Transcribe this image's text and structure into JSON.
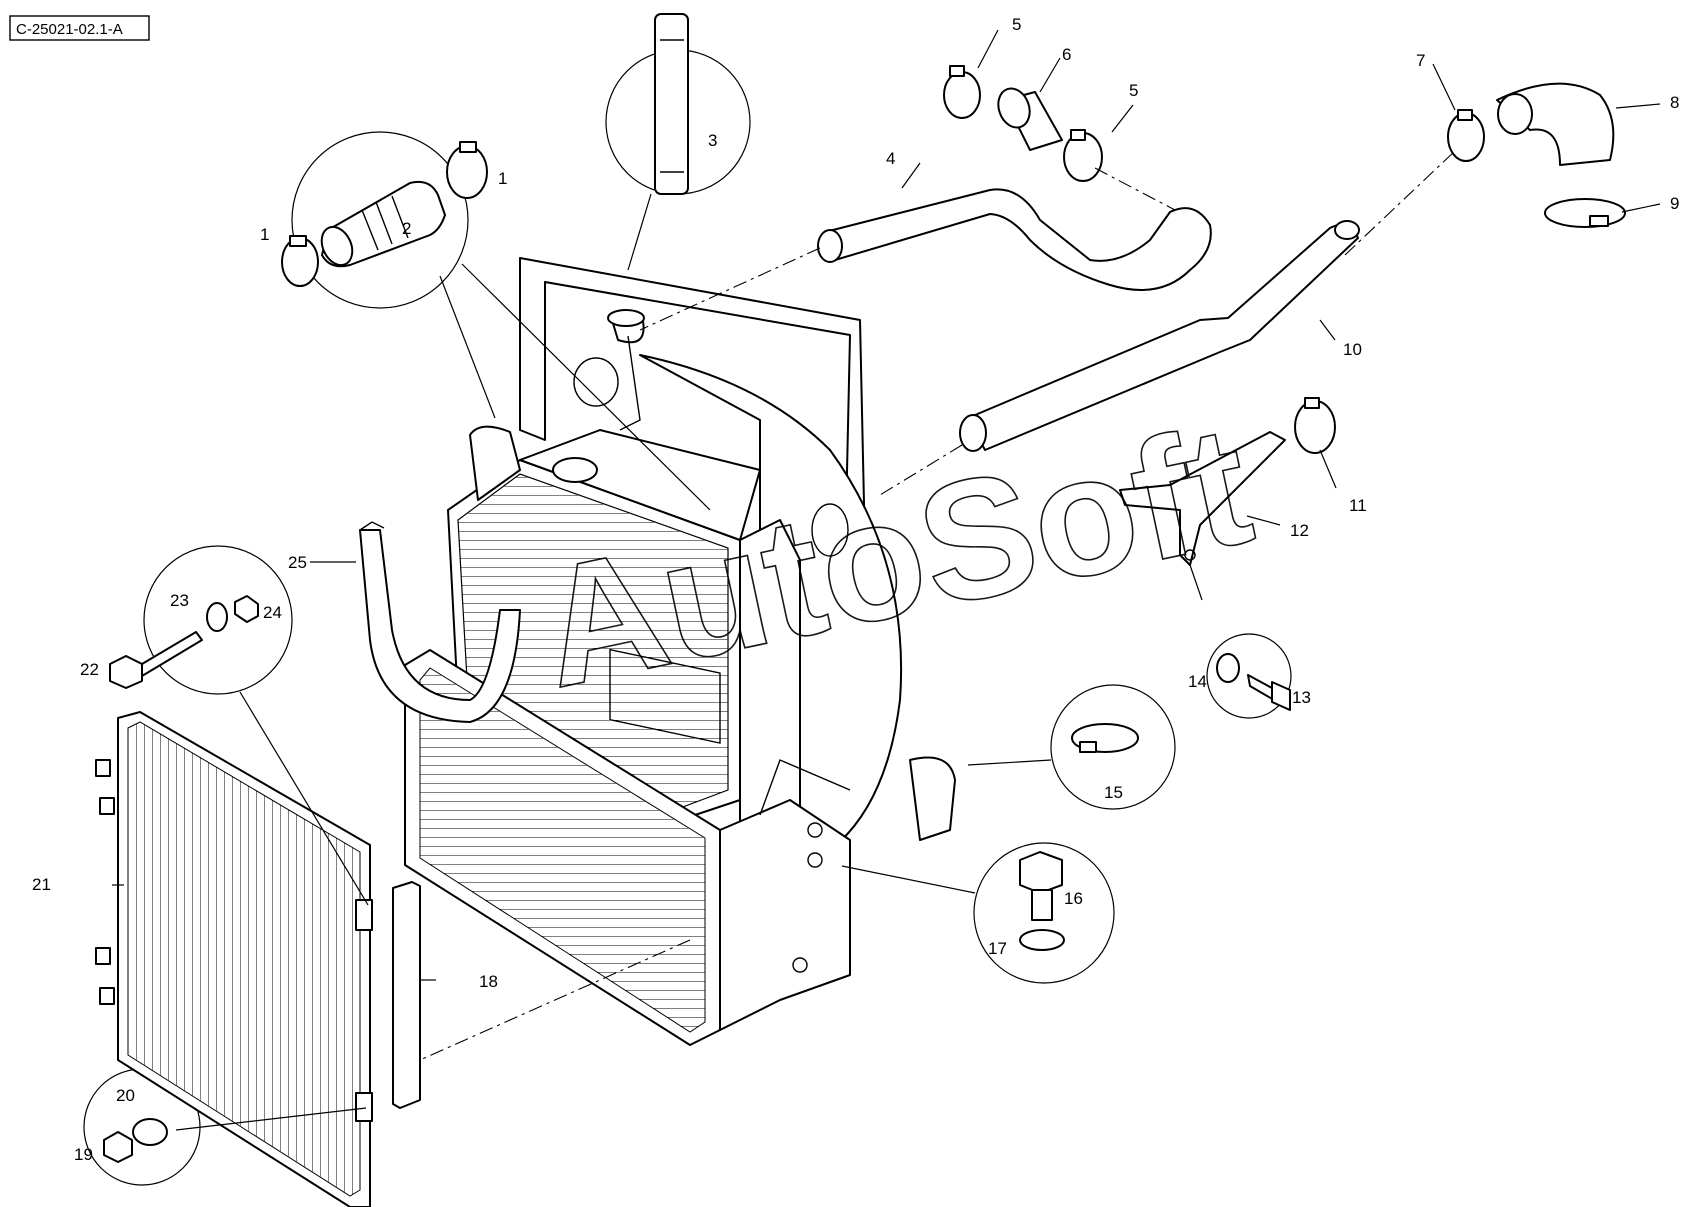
{
  "drawing": {
    "reference_code": "C-25021-02.1-A",
    "watermark": "AutoSoft"
  },
  "callouts": [
    {
      "id": "c1a",
      "text": "1"
    },
    {
      "id": "c1b",
      "text": "1"
    },
    {
      "id": "c2",
      "text": "2"
    },
    {
      "id": "c3",
      "text": "3"
    },
    {
      "id": "c4",
      "text": "4"
    },
    {
      "id": "c5a",
      "text": "5"
    },
    {
      "id": "c5b",
      "text": "5"
    },
    {
      "id": "c6",
      "text": "6"
    },
    {
      "id": "c7",
      "text": "7"
    },
    {
      "id": "c8",
      "text": "8"
    },
    {
      "id": "c9",
      "text": "9"
    },
    {
      "id": "c10",
      "text": "10"
    },
    {
      "id": "c11",
      "text": "11"
    },
    {
      "id": "c12",
      "text": "12"
    },
    {
      "id": "c13",
      "text": "13"
    },
    {
      "id": "c14",
      "text": "14"
    },
    {
      "id": "c15",
      "text": "15"
    },
    {
      "id": "c16",
      "text": "16"
    },
    {
      "id": "c17",
      "text": "17"
    },
    {
      "id": "c18",
      "text": "18"
    },
    {
      "id": "c19",
      "text": "19"
    },
    {
      "id": "c20",
      "text": "20"
    },
    {
      "id": "c21",
      "text": "21"
    },
    {
      "id": "c22",
      "text": "22"
    },
    {
      "id": "c23",
      "text": "23"
    },
    {
      "id": "c24",
      "text": "24"
    },
    {
      "id": "c25",
      "text": "25"
    }
  ]
}
